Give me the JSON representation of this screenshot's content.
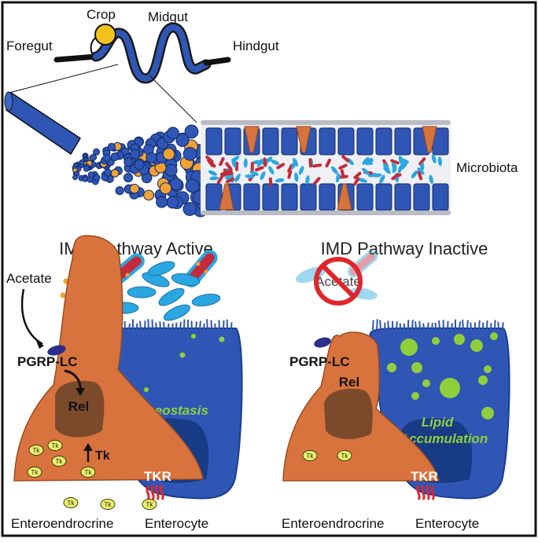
{
  "gut_labels": {
    "crop": "Crop",
    "midgut": "Midgut",
    "foregut": "Foregut",
    "hindgut": "Hindgut",
    "microbiota": "Microbiota"
  },
  "panels": {
    "active": {
      "title": "IMD Pathway Active",
      "acetate": "Acetate",
      "receptor": "PGRP-LC",
      "nucleus": "Rel",
      "tk_arrow_label": "Tk",
      "tk_vesicle": "Tk",
      "state": "Homeostasis",
      "tkr": "TKR",
      "cell_left": "Enteroendrocrine",
      "cell_right": "Enterocyte"
    },
    "inactive": {
      "title": "IMD Pathway Inactive",
      "acetate": "Acetate",
      "receptor": "PGRP-LC",
      "nucleus": "Rel",
      "tk_vesicle": "Tk",
      "state_line1": "Lipid",
      "state_line2": "Accumulation",
      "tkr": "TKR",
      "cell_left": "Enteroendrocrine",
      "cell_right": "Enterocyte"
    }
  },
  "colors": {
    "gut_blue": "#2f56b5",
    "bacteria_blue": "#2aa7e0",
    "bacteria_red": "#c42a3a",
    "ee_orange": "#d9733e",
    "lipid_green": "#8fcf3c",
    "prohibit_red": "#e0262b",
    "crop_yellow": "#f4c21c"
  }
}
